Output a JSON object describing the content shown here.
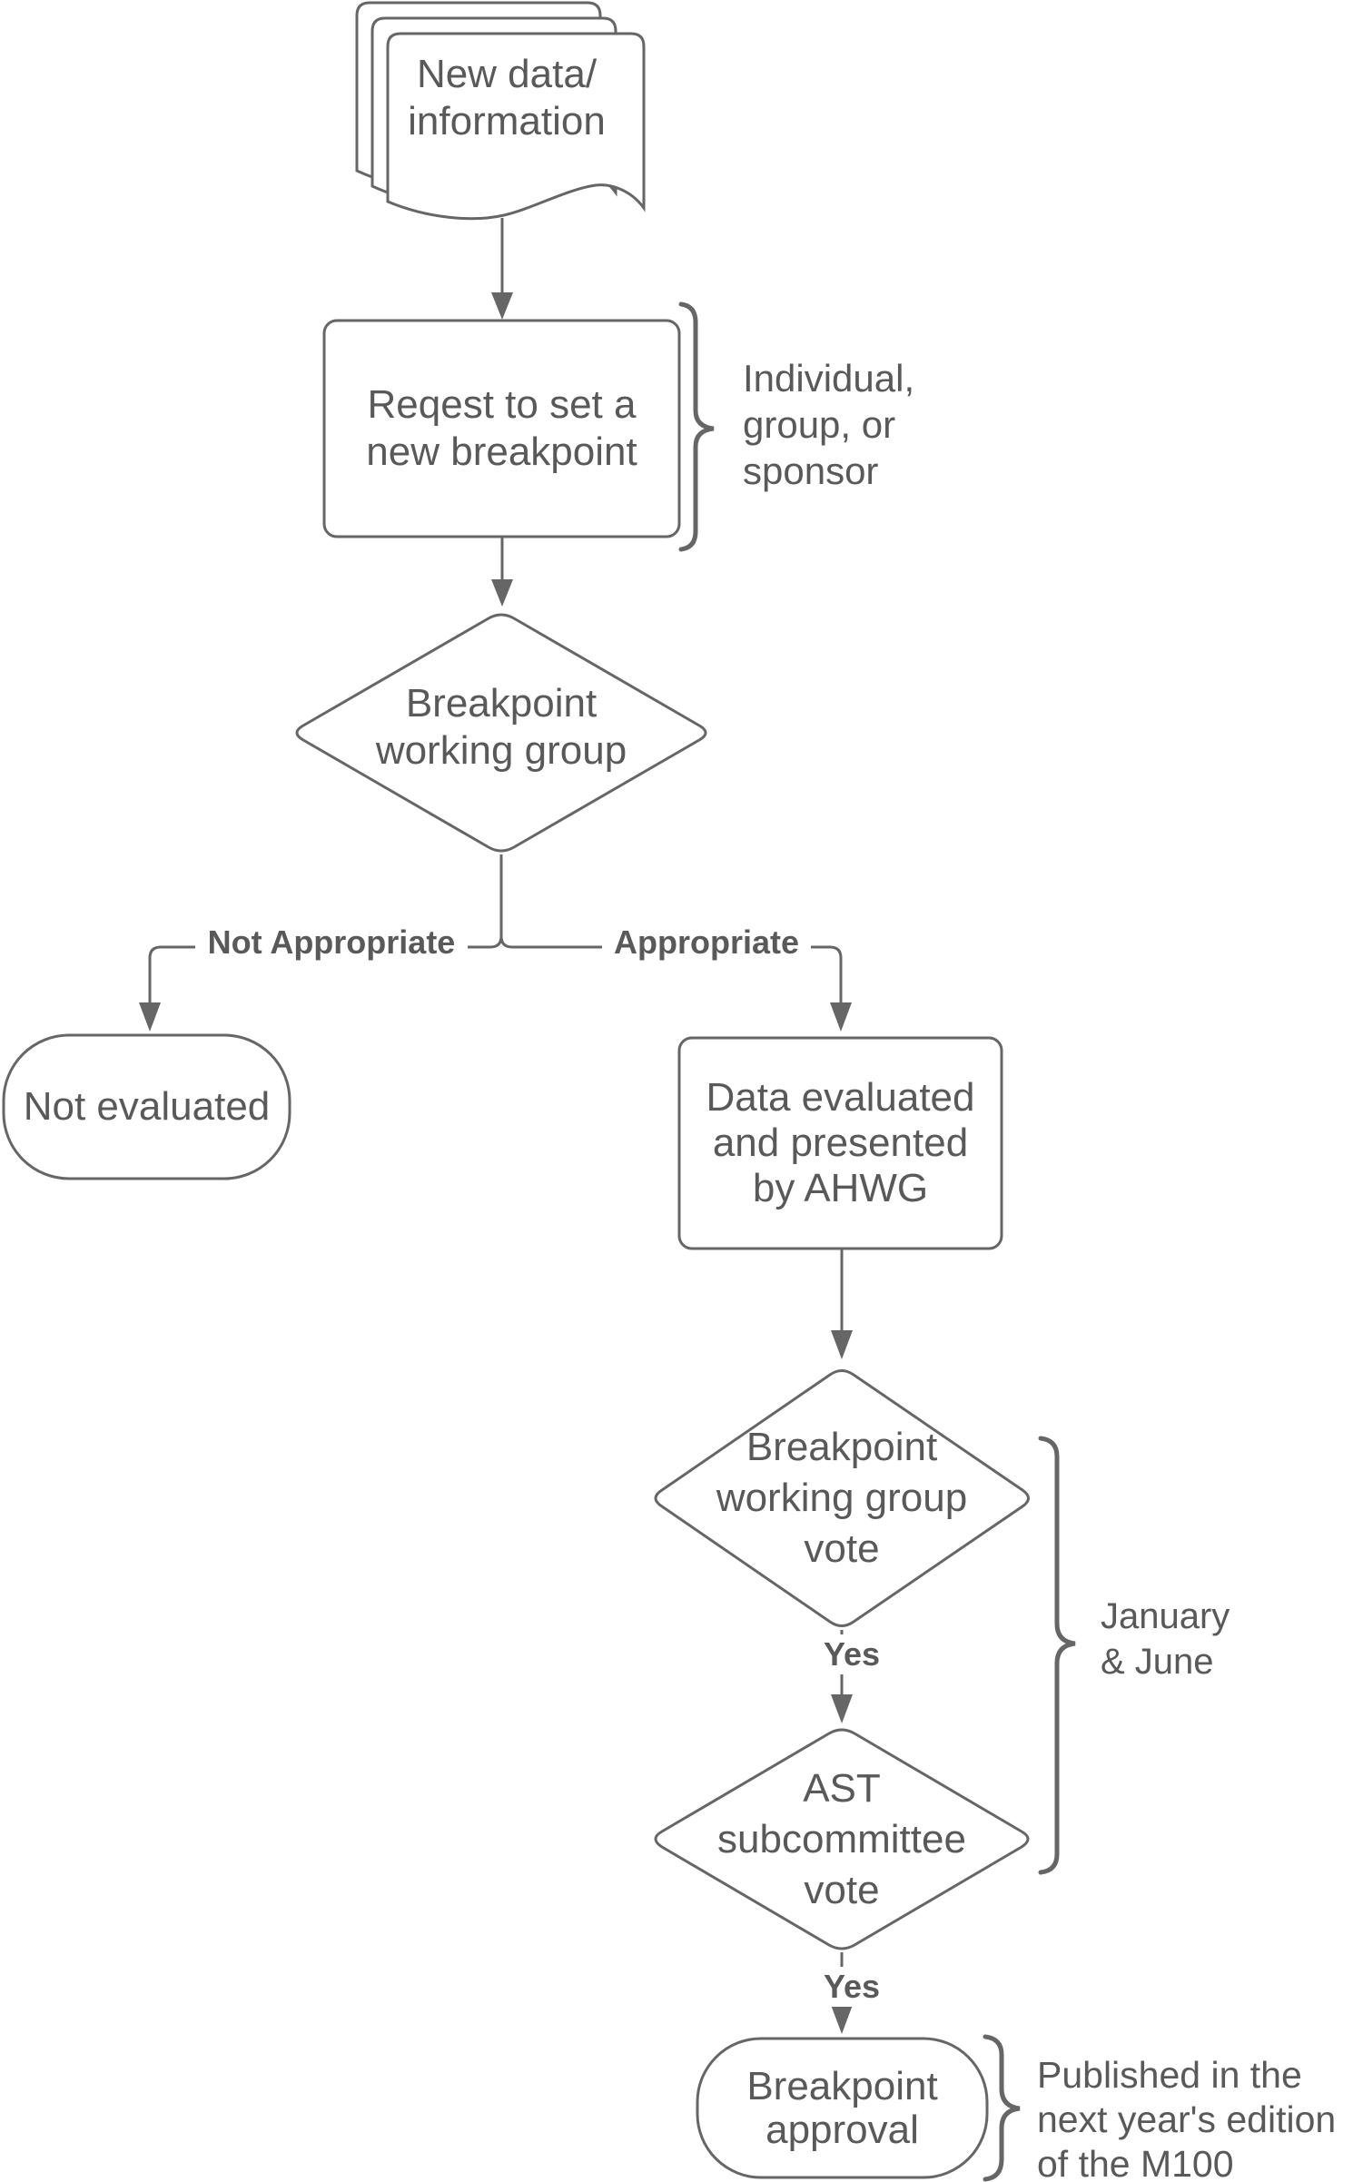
{
  "diagram": {
    "background_color": "#ffffff",
    "stroke_color": "#666666",
    "text_color": "#595959",
    "nodes": {
      "new_data": {
        "type": "multi-document",
        "label": "New data/\ninformation"
      },
      "request": {
        "type": "process",
        "label": "Reqest to set a\nnew breakpoint"
      },
      "working_group": {
        "type": "decision",
        "label": "Breakpoint\nworking group"
      },
      "not_evaluated": {
        "type": "terminator",
        "label": "Not evaluated"
      },
      "data_evaluated": {
        "type": "process",
        "label": "Data evaluated\nand presented\nby AHWG"
      },
      "wg_vote": {
        "type": "decision",
        "label": "Breakpoint\nworking group\nvote"
      },
      "ast_vote": {
        "type": "decision",
        "label": "AST\nsubcommittee\nvote"
      },
      "approval": {
        "type": "terminator",
        "label": "Breakpoint\napproval"
      }
    },
    "edge_labels": {
      "not_appropriate": "Not Appropriate",
      "appropriate": "Appropriate",
      "yes_wg_vote": "Yes",
      "yes_ast_vote": "Yes"
    },
    "annotations": {
      "requester": "Individual,\ngroup, or\nsponsor",
      "vote_timing": "January\n& June",
      "publication": "Published in the\nnext year's edition\nof the M100"
    }
  }
}
